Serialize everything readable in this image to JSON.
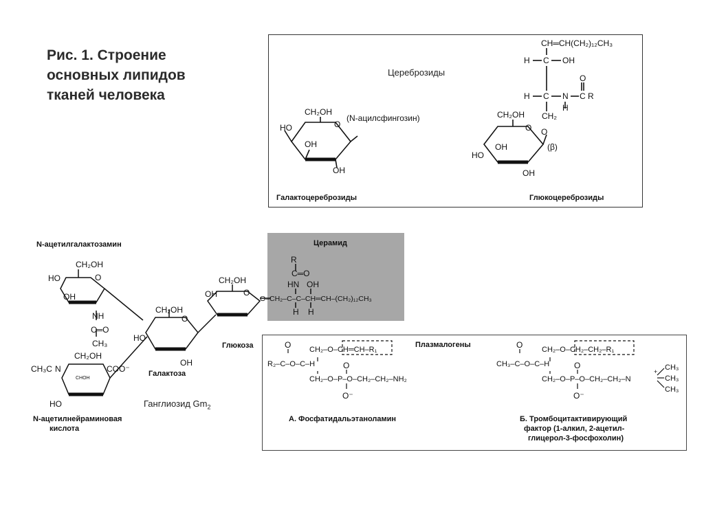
{
  "title": {
    "line1": "Рис. 1. Строение",
    "line2": "основных липидов",
    "line3": "тканей человека"
  },
  "cerebrosides": {
    "title": "Цереброзиды",
    "galacto": {
      "label": "Галактоцереброзиды",
      "ch2oh": "CH₂OH",
      "substituent": "(N-ацилсфингозин)",
      "ho1": "HO",
      "oh1": "OH",
      "oh2": "OH",
      "ring_o": "O"
    },
    "gluco": {
      "label": "Глюкоцереброзиды",
      "top_chain": "CH═CH(CH₂)₁₂CH₃",
      "h_c_oh_h": "H",
      "h_c_oh_c": "C",
      "h_c_oh_oh": "OH",
      "amide_h": "H",
      "amide_c": "C",
      "amide_n": "N",
      "amide_co": "C",
      "amide_r": "R",
      "amide_o": "O",
      "amide_nh": "H",
      "ch2": "CH₂",
      "ch2oh": "CH₂OH",
      "ho": "HO",
      "oh1": "OH",
      "oh2": "OH",
      "ring_o": "O",
      "link_o": "O",
      "beta": "(β)"
    }
  },
  "ganglioside": {
    "label": "Ганглиозид Gm",
    "label_sub": "2",
    "nacetylgalactosamine": "N-ацетилгалактозамин",
    "galactose": "Галактоза",
    "glucose": "Глюкоза",
    "sialic_line1": "N-ацетилнейраминовая",
    "sialic_line2": "кислота",
    "ceramide": "Церамид",
    "ceramide_chain": "O–CH₂–C–C–CH═CH–(CH₂)₁₂CH₃",
    "ceramide_r": "R",
    "ceramide_c": "C═O",
    "ceramide_hn": "HN",
    "ceramide_oh": "OH",
    "ceramide_h1": "H",
    "ceramide_h2": "H",
    "ch2oh": "CH₂OH",
    "ho": "HO",
    "h": "H",
    "oh": "OH",
    "nh": "NH",
    "co": "C═O",
    "ch3": "CH₃",
    "ch3c": "CH₃C",
    "n": "N",
    "choh": "CHOH",
    "coo": "COO⁻",
    "o": "O"
  },
  "plasmalogens": {
    "title": "Плазмалогены",
    "a": {
      "caption": "А. Фосфатидальэтаноламин",
      "top": "CH₂–O–CH═CH–R₁",
      "mid": "R₂–C–O–C–H",
      "bottom": "CH₂–O–P–O–CH₂–CH₂–NH₂",
      "o_top": "O",
      "o_p": "O",
      "o_minus": "O⁻"
    },
    "b": {
      "caption_line1": "Б. Тромбоцитактивирующий",
      "caption_line2": "фактор (1-алкил, 2-ацетил-",
      "caption_line3": "глицерол-3-фосфохолин)",
      "top": "CH₂–O–CH₂–CH₂–R₁",
      "mid": "CH₃–C–O–C–H",
      "bottom": "CH₂–O–P–O–CH₂–CH₂–N",
      "o_top": "O",
      "o_p": "O",
      "o_minus": "O⁻",
      "ch3a": "CH₃",
      "ch3b": "CH₃",
      "ch3c": "CH₃",
      "plus": "+"
    }
  }
}
